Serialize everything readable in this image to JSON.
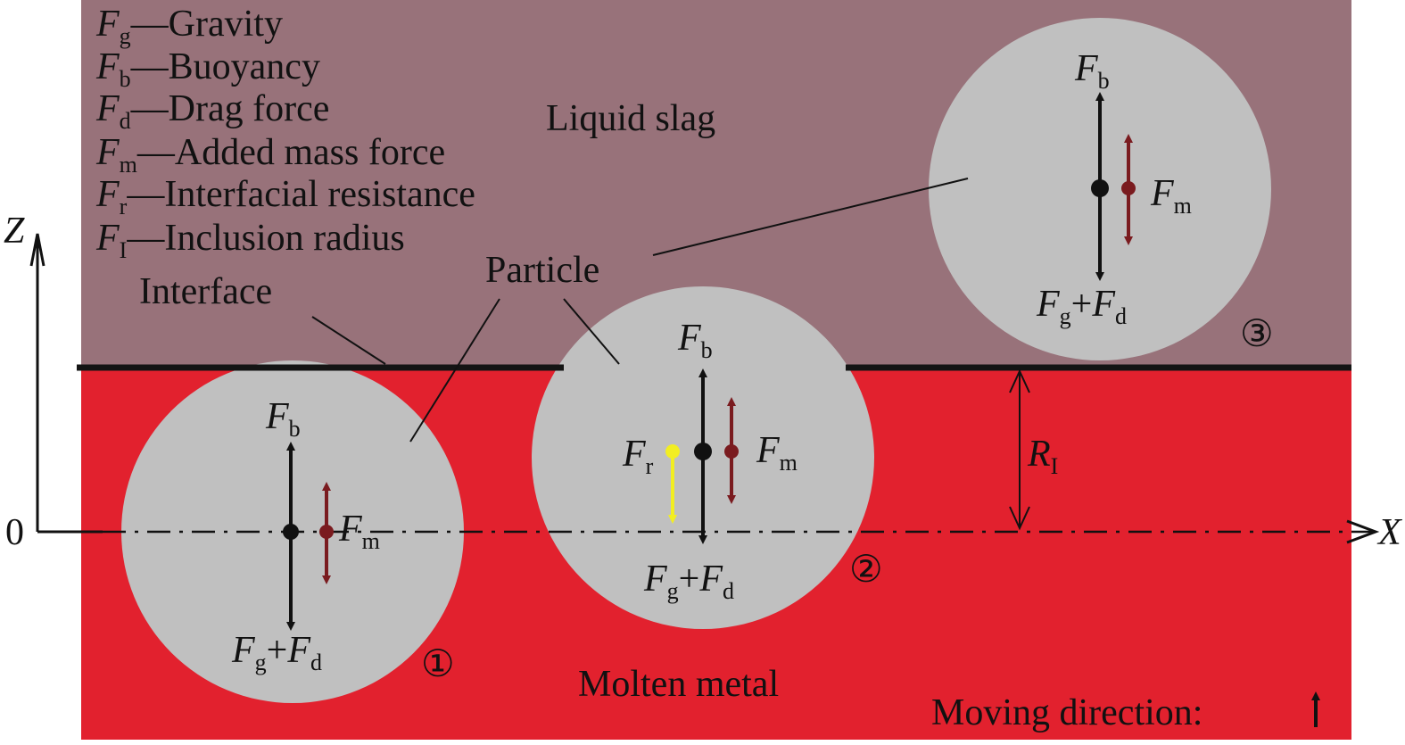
{
  "colors": {
    "slag": "#98727a",
    "metal": "#e2212e",
    "particle": "#c0c0c0",
    "interface_line": "#141414",
    "force_black": "#111111",
    "force_added_mass": "#7a1b1f",
    "force_resistance": "#f2ee22"
  },
  "legend": [
    {
      "sym": "F",
      "sub": "g",
      "desc": "—Gravity"
    },
    {
      "sym": "F",
      "sub": "b",
      "desc": "—Buoyancy"
    },
    {
      "sym": "F",
      "sub": "d",
      "desc": "—Drag force"
    },
    {
      "sym": "F",
      "sub": "m",
      "desc": "—Added mass force"
    },
    {
      "sym": "F",
      "sub": "r",
      "desc": "—Interfacial resistance"
    },
    {
      "sym": "F",
      "sub": "I",
      "desc": "—Inclusion radius"
    }
  ],
  "regions": {
    "slag": "Liquid slag",
    "metal": "Molten metal"
  },
  "labels": {
    "interface": "Interface",
    "particle": "Particle",
    "moving_direction": "Moving direction:",
    "moving_arrow_icon": "up-arrow-icon"
  },
  "axes": {
    "z": "Z",
    "x": "X",
    "origin": "0",
    "radius_sym": "R",
    "radius_sub": "I"
  },
  "forces": {
    "F": "F",
    "plus": "+",
    "b": "b",
    "g": "g",
    "d": "d",
    "m": "m",
    "r": "r"
  },
  "positions": [
    "①",
    "②",
    "③"
  ]
}
